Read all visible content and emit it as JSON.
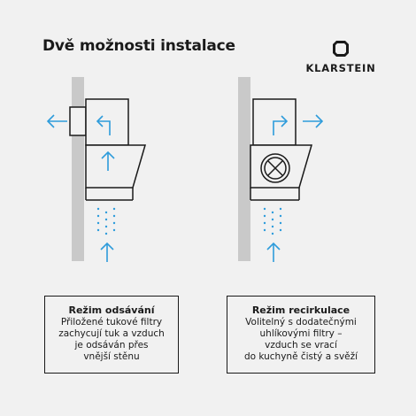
{
  "title": "Dvě možnosti instalace",
  "brand": {
    "name": "KLARSTEIN",
    "icon": "klarstein-logo-icon"
  },
  "colors": {
    "background": "#f1f1f1",
    "wall": "#c9c9c9",
    "outline": "#1a1a1a",
    "arrow": "#2e9cdb"
  },
  "modes": [
    {
      "title": "Režim odsávání",
      "lines": [
        "Přiložené tukové filtry",
        "zachycují tuk a vzduch",
        "je odsáván přes",
        "vnější stěnu"
      ]
    },
    {
      "title": "Režim recirkulace",
      "lines": [
        "Volitelný s dodatečnými",
        "uhlíkovými filtry –",
        "vzduch se vrací",
        "do kuchyně čistý a svěží"
      ]
    }
  ]
}
